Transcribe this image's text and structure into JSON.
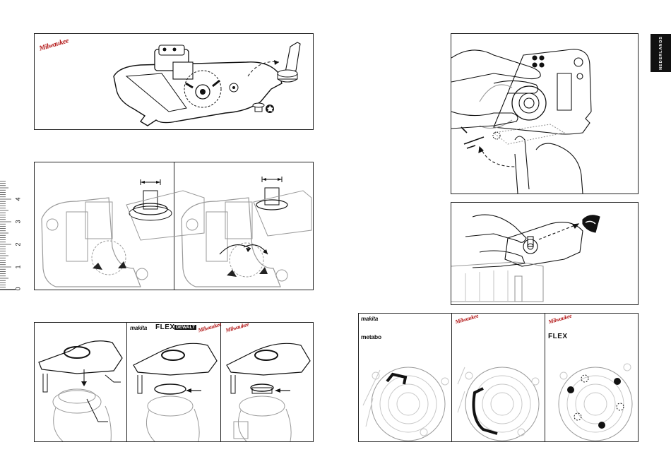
{
  "language_tab": "NEDERLANDS",
  "ruler": {
    "labels": [
      "0",
      "1",
      "2",
      "3",
      "4"
    ]
  },
  "brands": {
    "milwaukee": "Milwaukee",
    "makita": "makita",
    "flex": "FLEX",
    "dewalt": "DEWALT",
    "metabo": "metabo"
  },
  "colors": {
    "ink": "#111111",
    "gray": "#9a9a9a",
    "light_gray": "#c8c8c8",
    "milwaukee_red": "#b31919",
    "tab_bg": "#111111"
  }
}
